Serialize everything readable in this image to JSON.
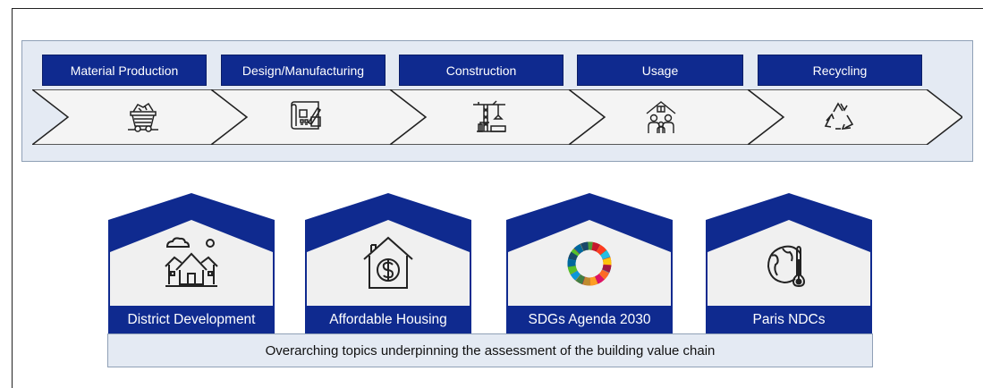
{
  "value_chain": {
    "stages": [
      {
        "label": "Material Production",
        "icon": "mine-cart-icon"
      },
      {
        "label": "Design/Manufacturing",
        "icon": "blueprint-icon"
      },
      {
        "label": "Construction",
        "icon": "crane-icon"
      },
      {
        "label": "Usage",
        "icon": "family-house-icon"
      },
      {
        "label": "Recycling",
        "icon": "recycle-icon"
      }
    ]
  },
  "topics": [
    {
      "label": "District Development",
      "icon": "district-houses-icon"
    },
    {
      "label": "Affordable Housing",
      "icon": "dollar-house-icon"
    },
    {
      "label": "SDGs Agenda 2030",
      "icon": "sdg-wheel-icon"
    },
    {
      "label": "Paris  NDCs",
      "icon": "globe-thermometer-icon"
    }
  ],
  "footer": {
    "text": "Overarching topics underpinning the assessment of the building value chain"
  },
  "colors": {
    "accent": "#0f2a8f",
    "panel": "#e4eaf3",
    "chevron_fill": "#f4f4f4"
  }
}
